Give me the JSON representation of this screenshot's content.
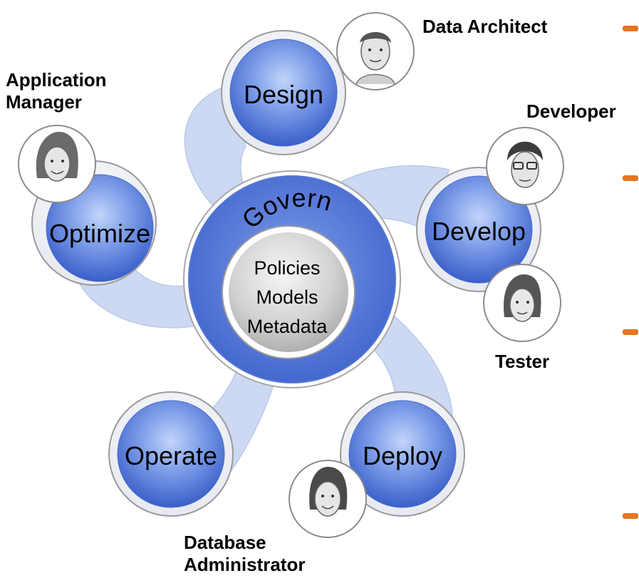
{
  "diagram": {
    "center": {
      "ring_label": "Govern",
      "core_lines": [
        "Policies",
        "Models",
        "Metadata"
      ]
    },
    "stages": {
      "design": "Design",
      "develop": "Develop",
      "deploy": "Deploy",
      "operate": "Operate",
      "optimize": "Optimize"
    },
    "roles": {
      "data_architect": "Data Architect",
      "application_manager_line1": "Application",
      "application_manager_line2": "Manager",
      "developer": "Developer",
      "tester": "Tester",
      "database_administrator_line1": "Database",
      "database_administrator_line2": "Administrator"
    },
    "avatars": [
      "data-architect",
      "application-manager",
      "developer",
      "tester",
      "database-administrator"
    ]
  },
  "colors": {
    "stage_blue": "#4a72d6",
    "stage_blue_light": "#a9c0f2",
    "arm_fill": "#cdd9f2",
    "govern_ring": "#5b7fd8",
    "core_gray": "#cfcfcf",
    "accent_orange": "#e8741c"
  }
}
